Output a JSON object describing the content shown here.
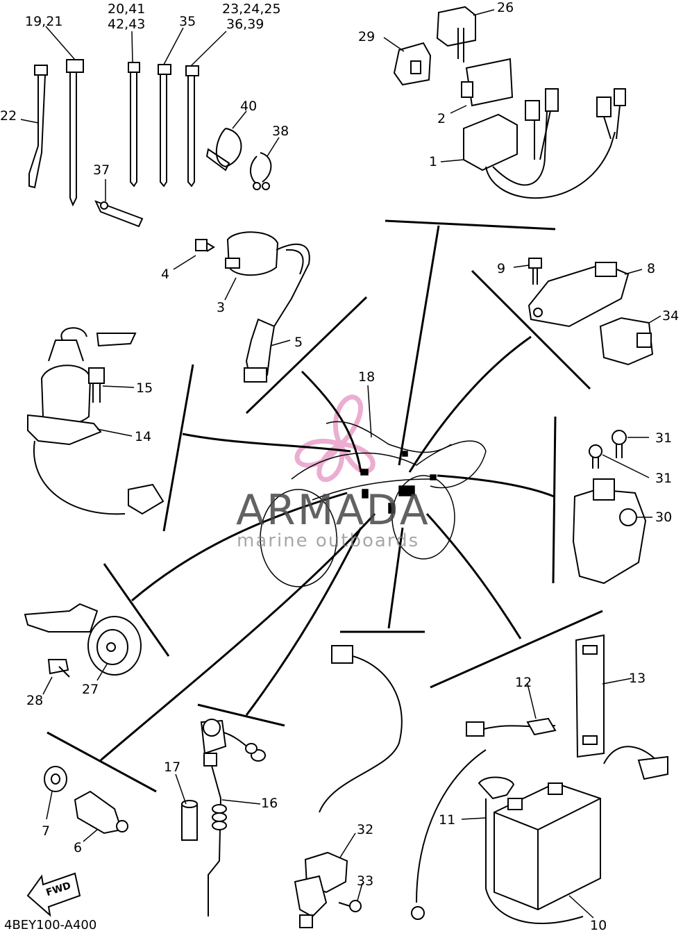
{
  "diagram": {
    "code": "4BEY100-A400",
    "fwd_label": "FWD",
    "watermark": {
      "title": "ARMADA",
      "subtitle": "marine outboards",
      "brand_color": "#e8a0c8"
    },
    "labels": {
      "l19_21": "19,21",
      "l20_41": "20,41",
      "l42_43": "42,43",
      "l35": "35",
      "l23_25": "23,24,25",
      "l36_39": "36,39",
      "l26": "26",
      "l29": "29",
      "l22": "22",
      "l40": "40",
      "l38": "38",
      "l37": "37",
      "l2": "2",
      "l1": "1",
      "l4": "4",
      "l3": "3",
      "l9": "9",
      "l8": "8",
      "l34": "34",
      "l5": "5",
      "l18": "18",
      "l15": "15",
      "l14": "14",
      "l31a": "31",
      "l31b": "31",
      "l30": "30",
      "l13": "13",
      "l12": "12",
      "l27": "27",
      "l28": "28",
      "l17": "17",
      "l16": "16",
      "l7": "7",
      "l6": "6",
      "l32": "32",
      "l33": "33",
      "l11": "11",
      "l10": "10"
    }
  }
}
